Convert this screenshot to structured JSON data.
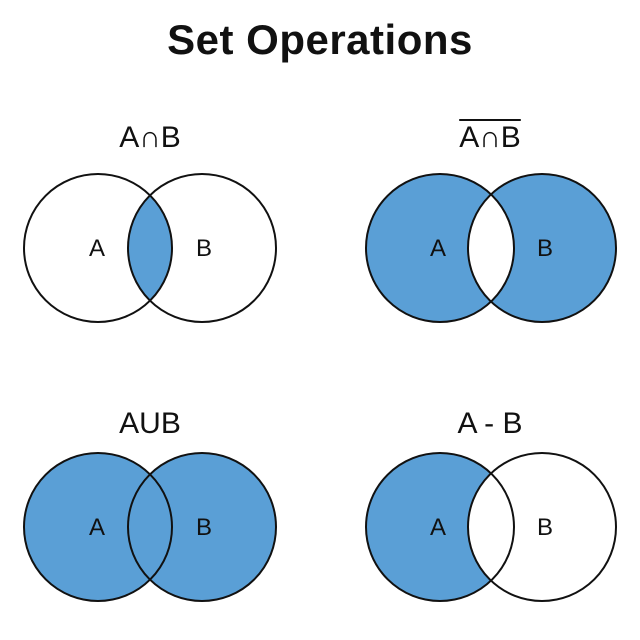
{
  "title": "Set Operations",
  "colors": {
    "fill": "#5a9fd6",
    "stroke": "#111111",
    "background": "#ffffff"
  },
  "panels": [
    {
      "title": "A∩B",
      "shaded_region": "intersection",
      "labels": {
        "a": "A",
        "b": "B"
      }
    },
    {
      "title": "A∩B",
      "title_overlined": true,
      "shaded_region": "symmetric-difference",
      "labels": {
        "a": "A",
        "b": "B"
      }
    },
    {
      "title": "AUB",
      "shaded_region": "union",
      "labels": {
        "a": "A",
        "b": "B"
      }
    },
    {
      "title": "A - B",
      "shaded_region": "difference-a-minus-b",
      "labels": {
        "a": "A",
        "b": "B"
      }
    }
  ]
}
